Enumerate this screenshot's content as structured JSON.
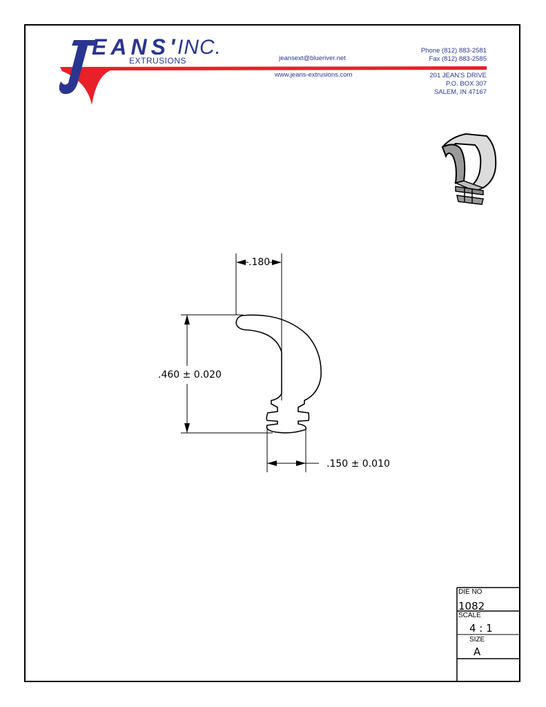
{
  "company": {
    "logo_letter": "J",
    "logo_name": "EANS'",
    "logo_suffix": "INC.",
    "logo_sub": "EXTRUSIONS",
    "email": "jeansext@blueriver.net",
    "website": "www.jeans-extrusions.com",
    "phone": "Phone (812) 883-2581",
    "fax": "Fax (812) 883-2585",
    "address_line1": "201 JEAN'S DRIVE",
    "address_line2": "P.O. BOX 307",
    "address_line3": "SALEM, IN 47167",
    "brand_blue": "#2a3590",
    "brand_red": "#e8202a"
  },
  "drawing": {
    "dim_top_width": ".180",
    "dim_height": ".460",
    "dim_height_tol": "± 0.020",
    "dim_base_width": ".150",
    "dim_base_tol": "± 0.010"
  },
  "title_block": {
    "die_no_label": "DIE NO",
    "die_no_value": "1082",
    "scale_label": "SCALE",
    "scale_value": "4 : 1",
    "size_label": "SIZE",
    "size_value": "A"
  }
}
